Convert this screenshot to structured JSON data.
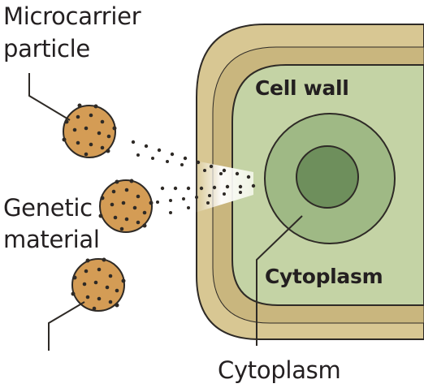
{
  "labels": {
    "microcarrier_line1": "Microcarrier",
    "microcarrier_line2": "particle",
    "genetic_line1": "Genetic",
    "genetic_line2": "material",
    "cytoplasm_bottom": "Cytoplasm",
    "cell_wall": "Cell wall",
    "cytoplasm_inner": "Cytoplasm"
  },
  "colors": {
    "background": "#ffffff",
    "cell_wall_outer": "#d8c793",
    "cell_wall_band": "#c9b67e",
    "cytoplasm": "#c4d3a5",
    "nucleus_outer": "#9fb985",
    "nucleus_inner": "#6e8f5c",
    "particle_fill": "#d49c55",
    "particle_dot": "#2e2a26",
    "outline": "#2e2a26",
    "text": "#231f20"
  }
}
